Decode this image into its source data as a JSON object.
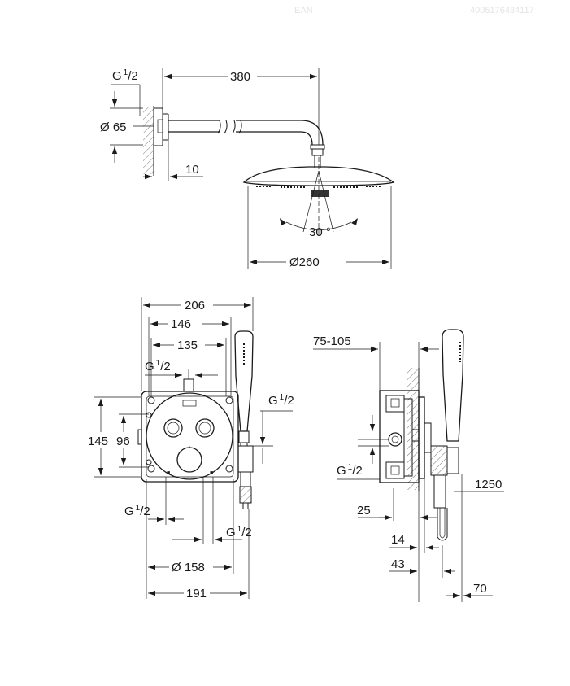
{
  "header": {
    "left": "",
    "middle": "EAN",
    "right": "4005176484117"
  },
  "head_shower": {
    "arm_length": "380",
    "inlet_thread": {
      "base": "G",
      "num": "1",
      "den": "2"
    },
    "flange_diameter": "Ø 65",
    "wall_offset": "10",
    "tilt_angle": "30 °",
    "head_diameter": "Ø260"
  },
  "valve_front": {
    "width_overall": "206",
    "width_mid": "146",
    "width_inner": "135",
    "height_outer": "145",
    "height_inner": "96",
    "trim_diameter": "Ø 158",
    "base_width": "191",
    "thread_top": {
      "base": "G",
      "num": "1",
      "den": "2"
    },
    "thread_right": {
      "base": "G",
      "num": "1",
      "den": "2"
    },
    "thread_bottom_left": {
      "base": "G",
      "num": "1",
      "den": "2"
    },
    "thread_bottom_right": {
      "base": "G",
      "num": "1",
      "den": "2"
    }
  },
  "valve_side": {
    "depth_range": "75-105",
    "thread": {
      "base": "G",
      "num": "1",
      "den": "2"
    },
    "dim_25": "25",
    "dim_14": "14",
    "dim_43": "43",
    "dim_70": "70",
    "hose_length": "1250"
  }
}
